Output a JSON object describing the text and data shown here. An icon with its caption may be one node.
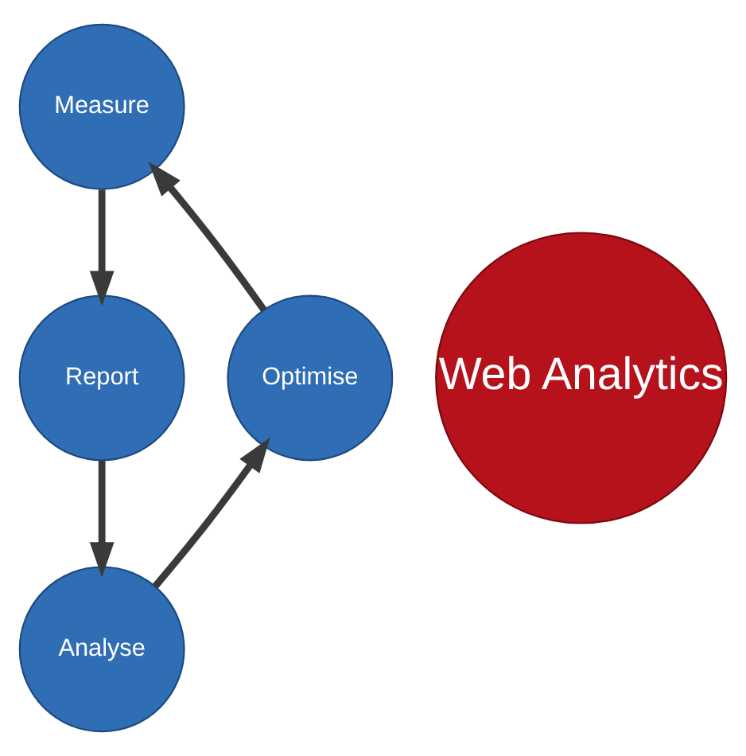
{
  "diagram": {
    "nodes": [
      {
        "text": [
          "Measure"
        ]
      },
      {
        "text": [
          "Optimise"
        ]
      },
      {
        "text": [
          "Web Analytics"
        ]
      },
      {
        "text": [
          "Report"
        ]
      },
      {
        "text": [
          "Analyse"
        ]
      }
    ],
    "edges": [
      {
        "from": 0,
        "to": 3,
        "arrow": "to"
      },
      {
        "from": 3,
        "to": 4,
        "arrow": "to"
      },
      {
        "from": 4,
        "to": 1,
        "arrow": "to"
      },
      {
        "from": 1,
        "to": 0,
        "arrow": "to"
      }
    ]
  }
}
